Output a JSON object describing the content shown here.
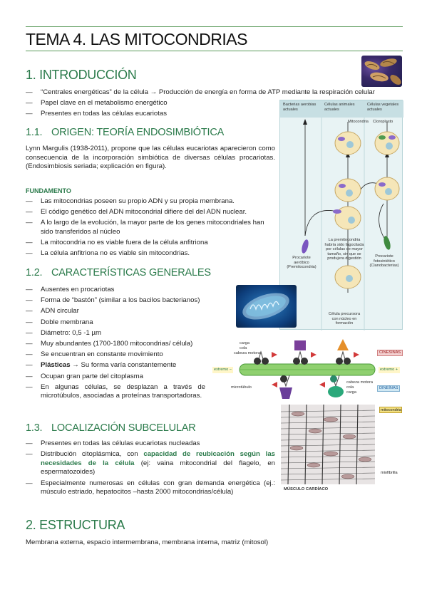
{
  "title": "TEMA 4. LAS MITOCONDRIAS",
  "s1": {
    "heading": "1. INTRODUCCIÓN",
    "items": [
      "“Centrales energéticas” de la célula → Producción de energía en forma de ATP mediante la respiración celular",
      "Papel clave en el metabolismo energético",
      "Presentes en todas las células eucariotas"
    ]
  },
  "s11": {
    "num": "1.1.",
    "heading": "ORIGEN: TEORÍA ENDOSIMBIÓTICA",
    "paragraph": "Lynn Margulis (1938-2011), propone que las células eucariotas aparecieron como consecuencia de la incorporación simbiótica de diversas células procariotas. (Endosimbiosis seriada; explicación en figura).",
    "fund_label": "FUNDAMENTO",
    "items": [
      "Las mitocondrias poseen su propio ADN y su propia membrana.",
      "El código genético del ADN mitocondrial difiere del del ADN nuclear.",
      "A lo largo de la evolución, la mayor parte de los genes mitocondriales han sido transferidos al núcleo",
      "La mitocondria no es viable fuera de la célula anfitriona",
      "La célula anfitriona no es viable sin mitocondrias."
    ]
  },
  "s12": {
    "num": "1.2.",
    "heading": "CARACTERÍSTICAS GENERALES",
    "items": [
      "Ausentes en procariotas",
      "Forma de “bastón” (similar a los bacilos bacterianos)",
      "ADN circular",
      "Doble membrana",
      "Diámetro: 0,5 -1 µm",
      "Muy abundantes (1700-1800 mitocondrias/ célula)",
      "Se encuentran en constante movimiento"
    ],
    "plasticas_bold": "Plásticas",
    "plasticas_rest": " → Su forma varía constantemente",
    "items2": [
      "Ocupan gran parte del citoplasma",
      "En algunas células, se desplazan a través de microtúbulos, asociadas a proteínas transportadoras."
    ]
  },
  "s13": {
    "num": "1.3.",
    "heading": "LOCALIZACIÓN SUBCELULAR",
    "item1": "Presentes en todas las células eucariotas nucleadas",
    "item2_a": "Distribución citoplásmica, con ",
    "item2_b": "capacidad de reubicación según las necesidades de la célula",
    "item2_c": " (ej: vaina mitocondrial del flagelo, en espermatozoides)",
    "item3": "Especialmente numerosas en células con gran demanda energética (ej.: músculo estriado, hepatocitos –hasta 2000 mitocondrias/célula)"
  },
  "s2": {
    "heading": "2. ESTRUCTURA",
    "text": "Membrana externa, espacio intermembrana, membrana interna, matriz (mitosol)"
  },
  "fig_endo": {
    "col1": "Bacterias aerobias actuales",
    "col2": "Células animales actuales",
    "col3": "Células vegetales actuales",
    "mito": "Mitocondria",
    "cloro": "Cloroplasto",
    "prok1": "Procariote aeróbico (Premitocondria)",
    "premito": "La premitocondria habría sido fagocitada por células de mayor tamaño, sin que se produjera digestión",
    "precursor": "Célula precursora con núcleo en formación",
    "prok2": "Procariote fotosintético (Cianobacterias)"
  },
  "fig_motor": {
    "carga": "carga",
    "cola": "cola",
    "cabeza": "cabeza motora",
    "kinesina": "CINESINAS",
    "extremo_minus": "extremo −",
    "extremo_plus": "extremo +",
    "microtubulo": "microtúbulo",
    "cabeza2": "cabeza motora",
    "cola2": "cola",
    "carga2": "carga",
    "dineina": "DINEÍNAS"
  },
  "fig_muscle": {
    "mito": "mitocondria",
    "miofibrilla": "miofibrilla",
    "caption": "MÚSCULO CARDÍACO"
  }
}
